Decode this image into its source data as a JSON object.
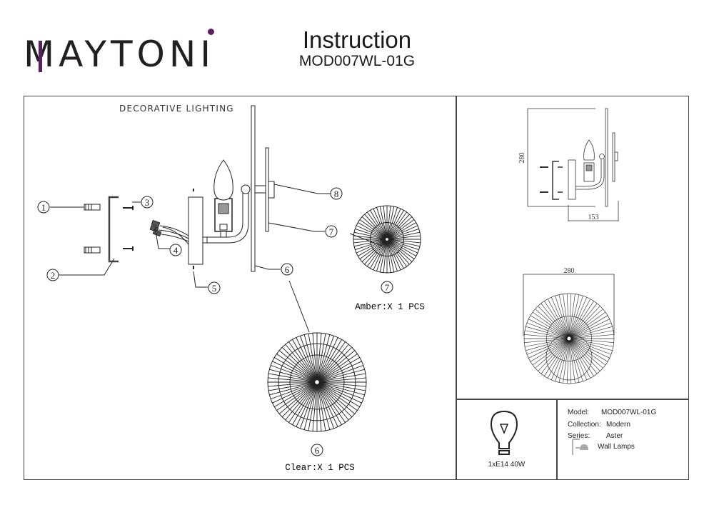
{
  "brand": {
    "name": "MAYTONI",
    "tagline": "DECORATIVE LIGHTING",
    "accent_color": "#5b1f5e"
  },
  "header": {
    "title": "Instruction",
    "model_code": "MOD007WL-01G"
  },
  "assembly": {
    "callouts": [
      "1",
      "2",
      "3",
      "4",
      "5",
      "6",
      "7",
      "8"
    ],
    "parts": [
      {
        "id": "7",
        "label": "Amber:X 1 PCS"
      },
      {
        "id": "6",
        "label": "Clear:X 1 PCS"
      }
    ]
  },
  "dimensions": {
    "height": "280",
    "depth": "153",
    "diameter": "280"
  },
  "bulb": {
    "icon": "light-bulb-icon",
    "spec": "1xE14 40W"
  },
  "specs": {
    "rows": [
      {
        "label": "Model:",
        "value": "MOD007WL-01G"
      },
      {
        "label": "Collection:",
        "value": "Modern"
      },
      {
        "label": "Series:",
        "value": "Aster"
      }
    ],
    "category_icon": "wall-lamp-icon",
    "category": "Wall Lamps"
  }
}
